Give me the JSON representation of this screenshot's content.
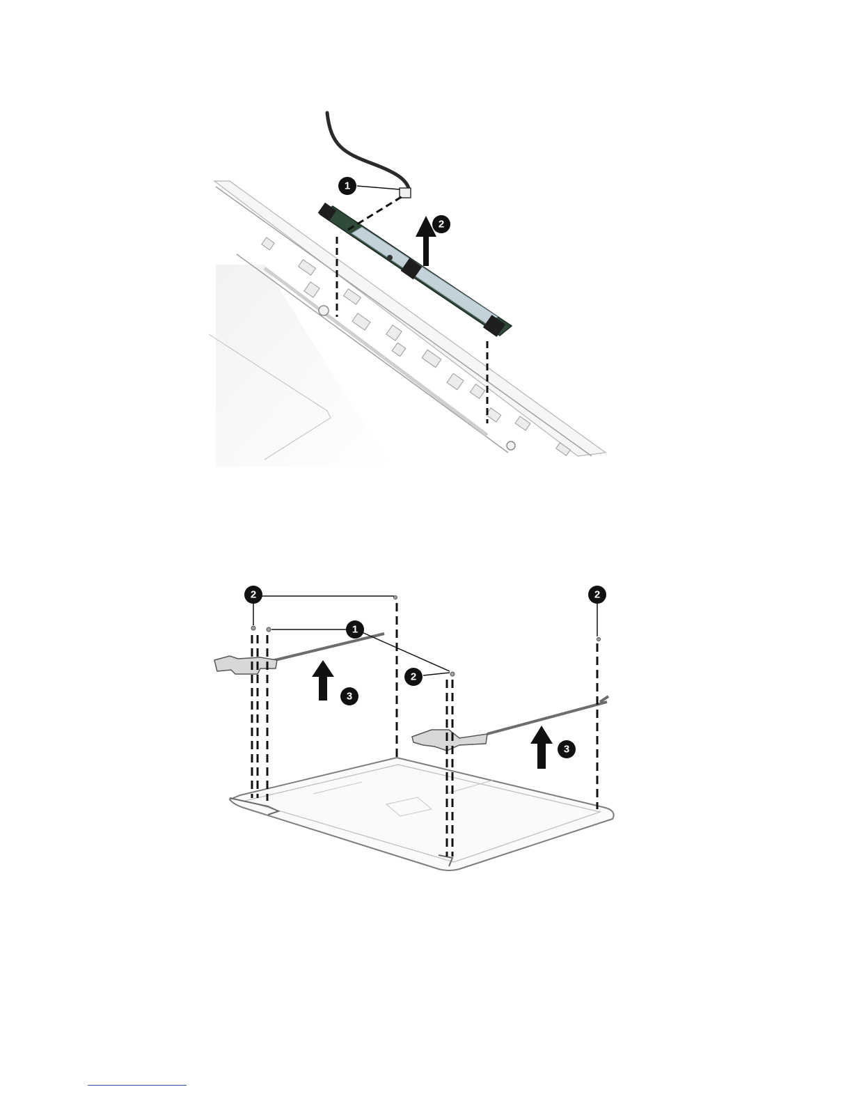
{
  "colors": {
    "line": "#1a1a1a",
    "bezel": "#8e8e8e",
    "bezel_light": "#e6e6e6",
    "board": "#2f4a39",
    "board_tape": "#c3d2d9",
    "footnote_rule": "#2d4f9e"
  },
  "figure_top": {
    "callouts": [
      "1",
      "2"
    ]
  },
  "figure_bottom": {
    "callouts": [
      "2",
      "1",
      "2",
      "2",
      "3",
      "3"
    ]
  }
}
